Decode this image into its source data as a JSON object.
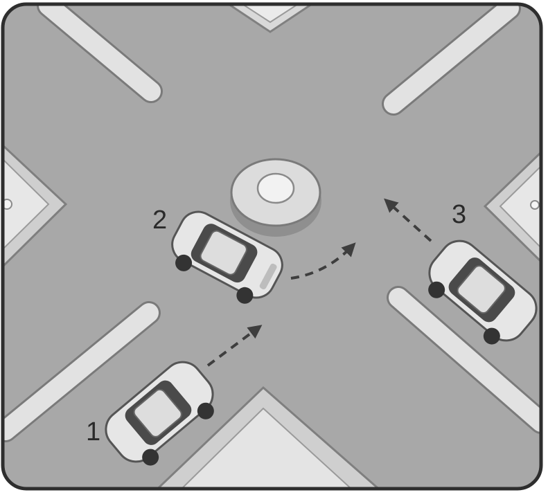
{
  "cars": [
    {
      "id": "car-1",
      "label": "1"
    },
    {
      "id": "car-2",
      "label": "2"
    },
    {
      "id": "car-3",
      "label": "3"
    }
  ],
  "colors": {
    "road": "#a9a9a9",
    "curb": "#dcdcdc",
    "curb_edge": "#7a7a7a",
    "frame": "#333333",
    "car_body": "#e2e2e2",
    "car_glass": "#4a4a4a",
    "arrow": "#555555"
  },
  "arrows": [
    {
      "from": "car-1",
      "description": "straight"
    },
    {
      "from": "car-2",
      "description": "turn"
    },
    {
      "from": "car-3",
      "description": "straight"
    }
  ]
}
